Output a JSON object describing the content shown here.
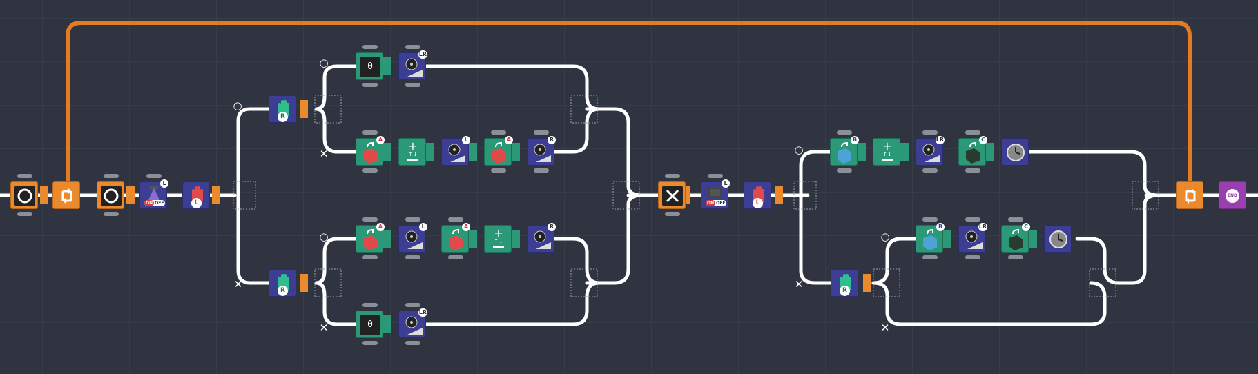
{
  "app": {
    "theme_background": "#2f3440",
    "wire_color": "#ffffff",
    "loop_color": "#e47a24"
  },
  "colors": {
    "orange": "#ea8a2c",
    "blue": "#3b3e93",
    "teal": "#2b9878",
    "purple": "#9b3fb0",
    "grid": "#3f4552"
  },
  "branch_marks": {
    "yes": "○",
    "no": "✕"
  },
  "program": {
    "start_block": {
      "icon": "circle-icon"
    },
    "loop_start": {
      "icon": "loop-icon"
    },
    "section1": {
      "wait_block": {
        "icon": "circle-icon"
      },
      "light_sensor": {
        "badge": "L",
        "on": "ON",
        "off": "OFF"
      },
      "hand_sensor": {
        "badge": "L"
      },
      "upper_check": {
        "badge": "R"
      },
      "lower_check": {
        "badge": "R"
      },
      "branch_a": {
        "display_value": "0",
        "motor_badge": "LR"
      },
      "branch_b": {
        "var1": "A",
        "motor1": "L",
        "var2": "A",
        "motor2": "R"
      },
      "branch_c": {
        "var1": "A",
        "motor1": "L",
        "var2": "A",
        "motor2": "R"
      },
      "branch_d": {
        "display_value": "0",
        "motor_badge": "LR"
      }
    },
    "section2": {
      "stop_block": {
        "icon": "x-icon"
      },
      "light_sensor": {
        "badge": "L",
        "on": "ON",
        "off": "OFF"
      },
      "hand_sensor": {
        "badge": "L"
      },
      "lower_check": {
        "badge": "R"
      },
      "branch_a": {
        "var1": "B",
        "motor": "LR",
        "var2": "C"
      },
      "branch_b": {
        "var1": "B",
        "motor": "LR",
        "var2": "C"
      }
    },
    "loop_end": {
      "icon": "loop-icon"
    },
    "end_block": {
      "label": "END"
    }
  }
}
